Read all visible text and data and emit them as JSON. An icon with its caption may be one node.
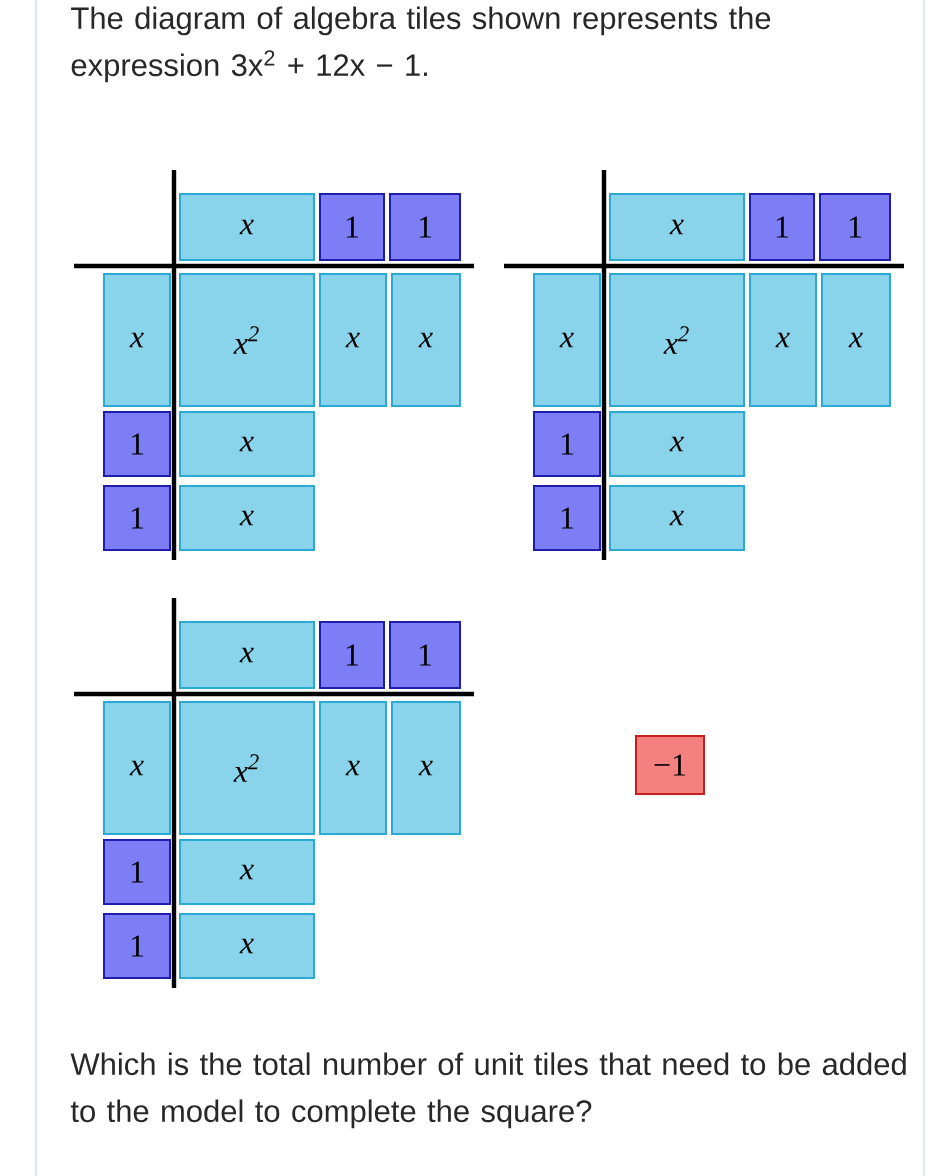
{
  "diagram": {
    "nodes": [
      {
        "text": [
          "x"
        ]
      },
      {
        "text": [
          "1"
        ]
      },
      {
        "text": [
          "1"
        ]
      },
      {
        "text": [
          "x"
        ]
      },
      {
        "text": [
          "x$^{2}$"
        ]
      },
      {
        "text": [
          "x"
        ]
      },
      {
        "text": [
          "x"
        ]
      },
      {
        "text": [
          "1"
        ]
      },
      {
        "text": [
          "x"
        ]
      },
      {
        "text": [
          "1"
        ]
      },
      {
        "text": [
          "x"
        ]
      },
      {
        "text": [
          "x"
        ]
      },
      {
        "text": [
          "1"
        ]
      },
      {
        "text": [
          "1"
        ]
      },
      {
        "text": [
          "x"
        ]
      },
      {
        "text": [
          "x$^{2}$"
        ]
      },
      {
        "text": [
          "x"
        ]
      },
      {
        "text": [
          "x"
        ]
      },
      {
        "text": [
          "1"
        ]
      },
      {
        "text": [
          "x"
        ]
      },
      {
        "text": [
          "1"
        ]
      },
      {
        "text": [
          "x"
        ]
      },
      {
        "text": [
          "x"
        ]
      },
      {
        "text": [
          "1"
        ]
      },
      {
        "text": [
          "1"
        ]
      },
      {
        "text": [
          "x"
        ]
      },
      {
        "text": [
          "x$^{2}$"
        ]
      },
      {
        "text": [
          "x"
        ]
      },
      {
        "text": [
          "x"
        ]
      },
      {
        "text": [
          "1"
        ]
      },
      {
        "text": [
          "x"
        ]
      },
      {
        "text": [
          "1"
        ]
      },
      {
        "text": [
          "x"
        ]
      },
      {
        "text": [
          "−1"
        ]
      }
    ],
    "labels": [
      "The diagram of algebra tiles shown represents the expression 3x$^{2}$ + 12x − 1.",
      "Which is the total number of unit tiles that need to be added to the model to complete the square?"
    ]
  }
}
